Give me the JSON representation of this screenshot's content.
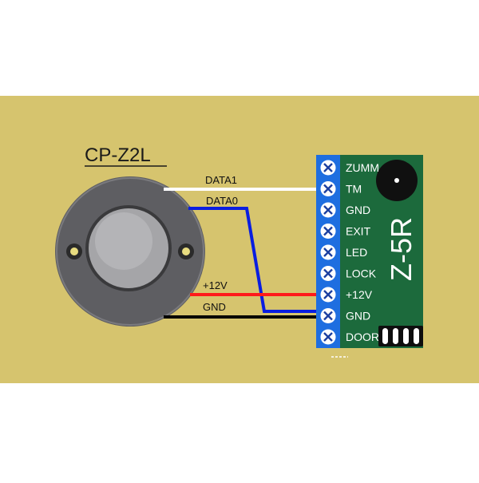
{
  "reader": {
    "label": "CP-Z2L"
  },
  "wires": [
    {
      "id": "data1",
      "label": "DATA1",
      "color": "#ffffff"
    },
    {
      "id": "data0",
      "label": "DATA0",
      "color": "#0a1ee0"
    },
    {
      "id": "plus12v",
      "label": "+12V",
      "color": "#ff1a1a"
    },
    {
      "id": "gnd",
      "label": "GND",
      "color": "#000000"
    }
  ],
  "controller": {
    "label": "Z-5R",
    "terminals": [
      "ZUMM",
      "TM",
      "GND",
      "EXIT",
      "LED",
      "LOCK",
      "+12V",
      "GND",
      "DOOR"
    ]
  },
  "colors": {
    "background": "#d6c46e",
    "board": "#1c6a3c",
    "terminal_block": "#1e6ee0",
    "reader_ring": "#5e5e62",
    "reader_button": "#a5a5a8"
  }
}
